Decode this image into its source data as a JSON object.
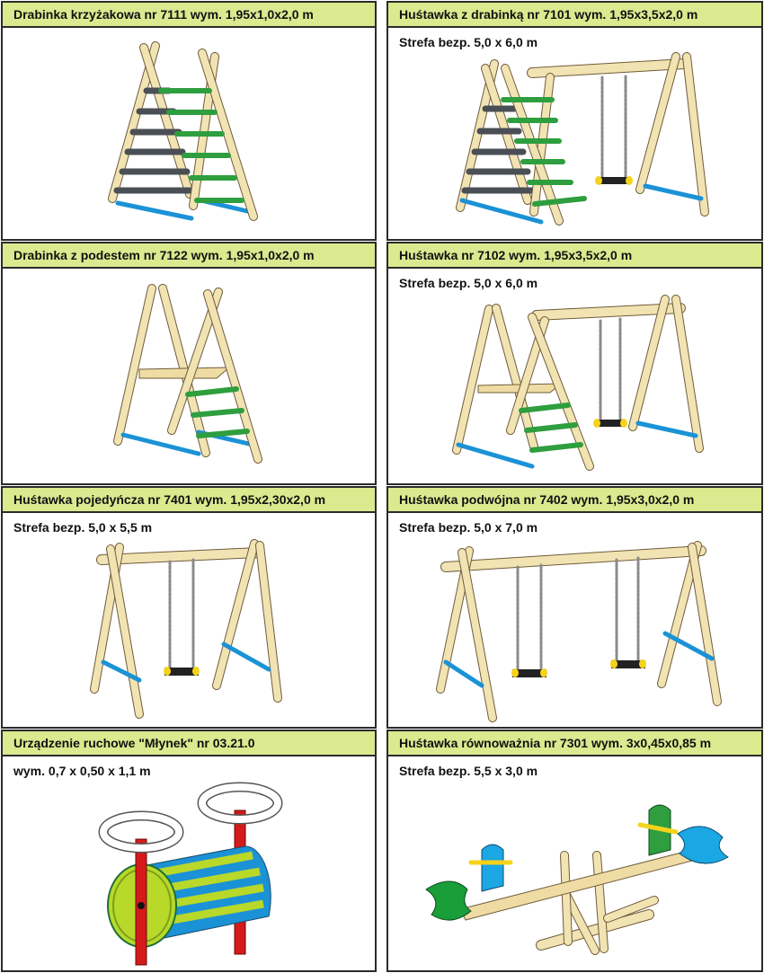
{
  "colors": {
    "header_bg": "#dbe98f",
    "border": "#2b2b2b",
    "wood": "#f2e3b3",
    "wood_stroke": "#6e5c3a",
    "green_rung": "#2e9e3e",
    "blue_bar": "#1b92d6",
    "dark_rung": "#4a4f55",
    "chain": "#8a8a8a",
    "seat": "#222222",
    "seat_cap": "#f5d31a",
    "lime": "#b8d82a",
    "red_post": "#d41a1a"
  },
  "panels": [
    {
      "title": "Drabinka krzyżakowa nr  7111   wym. 1,95x1,0x2,0 m",
      "subtitle": "",
      "illustration": "cross-ladder"
    },
    {
      "title": "Huśtawka z drabinką nr  7101   wym. 1,95x3,5x2,0 m",
      "subtitle": "Strefa bezp. 5,0 x 6,0 m",
      "illustration": "swing-with-ladder"
    },
    {
      "title": "Drabinka z podestem  nr  7122  wym. 1,95x1,0x2,0 m",
      "subtitle": "",
      "illustration": "ladder-with-platform"
    },
    {
      "title": "Huśtawka  nr  7102   wym. 1,95x3,5x2,0 m",
      "subtitle": "Strefa bezp. 5,0 x 6,0 m",
      "illustration": "swing-with-platform-ladder"
    },
    {
      "title": "Huśtawka pojedyńcza nr 7401  wym. 1,95x2,30x2,0 m",
      "subtitle": "Strefa bezp. 5,0 x 5,5 m",
      "illustration": "single-swing"
    },
    {
      "title": "Huśtawka podwójna  nr 7402  wym. 1,95x3,0x2,0 m",
      "subtitle": "Strefa bezp. 5,0 x 7,0 m",
      "illustration": "double-swing"
    },
    {
      "title": "Urządzenie ruchowe \"Młynek\" nr 03.21.0",
      "subtitle": "wym. 0,7 x 0,50  x 1,1 m",
      "illustration": "mill-roller"
    },
    {
      "title": "Huśtawka równoważnia nr 7301 wym. 3x0,45x0,85 m",
      "subtitle": "Strefa bezp. 5,5 x 3,0 m",
      "illustration": "seesaw"
    }
  ]
}
